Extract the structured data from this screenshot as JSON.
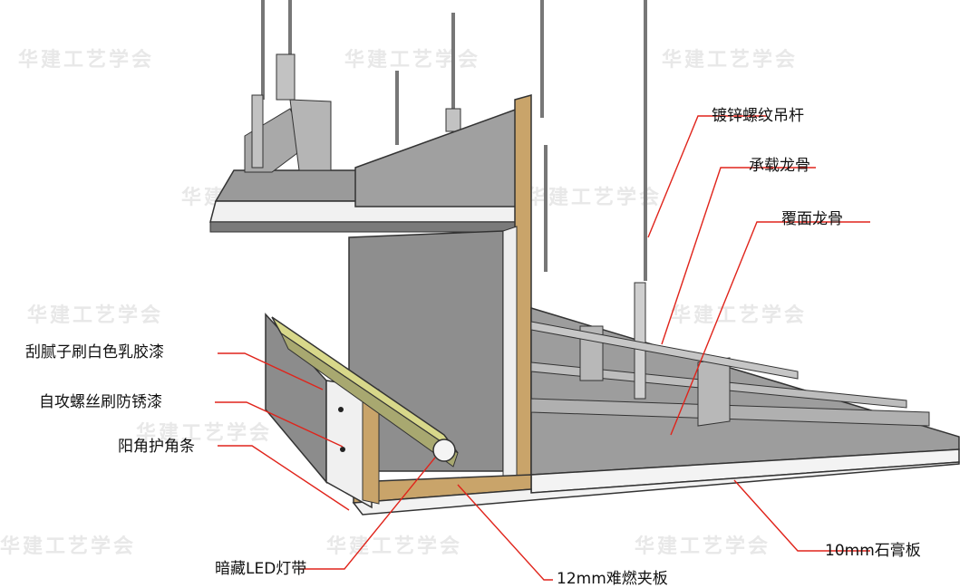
{
  "watermark": "华建工艺学会",
  "colors": {
    "leader_line": "#e0241b",
    "panel": "#8f8f8f",
    "panel_dark": "#6f6f6f",
    "board_white": "#f2f2f2",
    "plywood": "#c9a46a",
    "led_tube": "#d8d88a"
  },
  "labels": {
    "threaded_rod": "镀锌螺纹吊杆",
    "main_keel": "承载龙骨",
    "cover_keel": "覆面龙骨",
    "putty_paint": "刮腻子刷白色乳胶漆",
    "screw_antirust": "自攻螺丝刷防锈漆",
    "corner_bead": "阳角护角条",
    "led_strip": "暗藏LED灯带",
    "plywood_board": "12mm难燃夹板",
    "gypsum_board": "10mm石膏板"
  }
}
